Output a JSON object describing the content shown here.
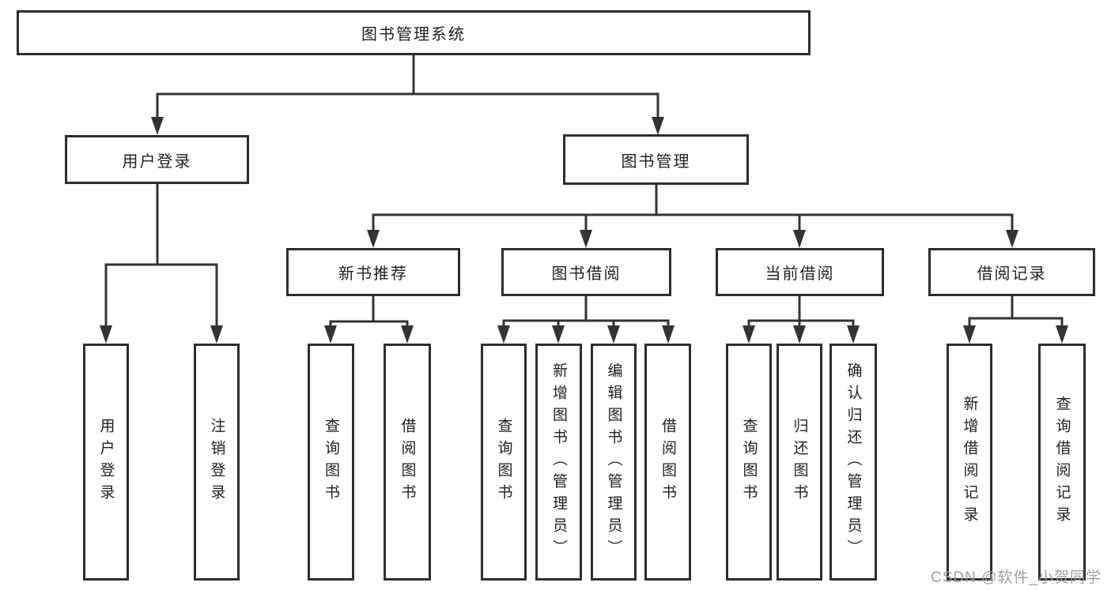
{
  "diagram": {
    "title_node": {
      "label": "图书管理系统"
    },
    "level2": [
      {
        "label": "用户登录"
      },
      {
        "label": "图书管理"
      }
    ],
    "level3": [
      {
        "label": "新书推荐"
      },
      {
        "label": "图书借阅"
      },
      {
        "label": "当前借阅"
      },
      {
        "label": "借阅记录"
      }
    ],
    "leaves": [
      {
        "label": "用户登录",
        "parent": "用户登录"
      },
      {
        "label": "注销登录",
        "parent": "用户登录"
      },
      {
        "label": "查询图书",
        "parent": "新书推荐"
      },
      {
        "label": "借阅图书",
        "parent": "新书推荐"
      },
      {
        "label": "查询图书",
        "parent": "图书借阅"
      },
      {
        "label": "新增图书（管理员）",
        "parent": "图书借阅"
      },
      {
        "label": "编辑图书（管理员）",
        "parent": "图书借阅"
      },
      {
        "label": "借阅图书",
        "parent": "图书借阅"
      },
      {
        "label": "查询图书",
        "parent": "当前借阅"
      },
      {
        "label": "归还图书",
        "parent": "当前借阅"
      },
      {
        "label": "确认归还（管理员）",
        "parent": "当前借阅"
      },
      {
        "label": "新增借阅记录",
        "parent": "借阅记录"
      },
      {
        "label": "查询借阅记录",
        "parent": "借阅记录"
      }
    ]
  },
  "watermark": {
    "text": "CSDN @软件_小贺同学"
  },
  "colors": {
    "line": "#333333",
    "box_border": "#2d2d2d",
    "text": "#1f1f1f",
    "watermark": "#9e9e9e",
    "background": "#ffffff"
  }
}
